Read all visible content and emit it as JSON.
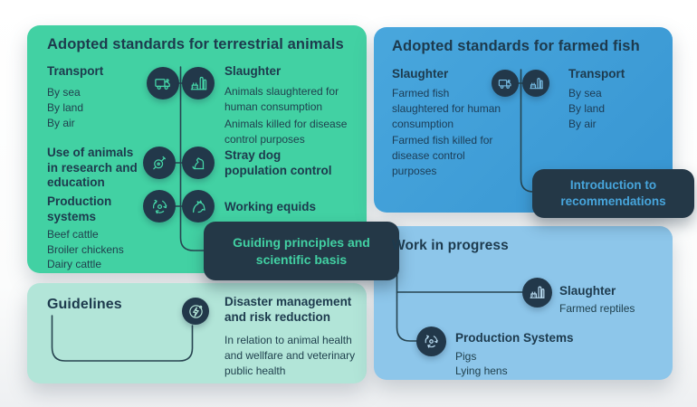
{
  "colors": {
    "green_panel": "#42d1a3",
    "mint_panel": "#b2e5d8",
    "blue_panel": "#3e9fd9",
    "light_blue_panel": "#8dc6ea",
    "dark_navy": "#243847",
    "heading_text": "#1d3a4d",
    "green_accent_text": "#42d1a3",
    "blue_accent_text": "#47a5dc"
  },
  "icons": {
    "truck": "truck-icon",
    "slaughterhouse": "slaughterhouse-icon",
    "microscope": "research-icon",
    "dog": "dog-icon",
    "cycle": "production-cycle-icon",
    "horse": "horse-icon",
    "lightning": "disaster-icon"
  },
  "terrestrial": {
    "title": "Adopted standards for terrestrial animals",
    "transport": {
      "heading": "Transport",
      "items": [
        "By sea",
        "By land",
        "By air"
      ]
    },
    "slaughter": {
      "heading": "Slaughter",
      "para1": "Animals slaughtered for human consumption",
      "para2": "Animals killed for disease control purposes"
    },
    "research": {
      "heading": "Use of animals in research and education"
    },
    "stray_dog": {
      "heading": "Stray dog population control"
    },
    "production": {
      "heading": "Production systems",
      "items": [
        "Beef cattle",
        "Broiler chickens",
        "Dairy cattle"
      ]
    },
    "working_equids": {
      "heading": "Working equids"
    },
    "callout": "Guiding principles and scientific basis"
  },
  "farmed_fish": {
    "title": "Adopted standards for farmed fish",
    "slaughter": {
      "heading": "Slaughter",
      "para1": "Farmed fish slaughtered for human consumption",
      "para2": "Farmed fish killed for disease control purposes"
    },
    "transport": {
      "heading": "Transport",
      "items": [
        "By sea",
        "By land",
        "By air"
      ]
    },
    "callout": "Introduction to recommendations"
  },
  "guidelines": {
    "title": "Guidelines",
    "disaster": {
      "heading": "Disaster management and risk reduction",
      "body": "In relation to animal health and wellfare and veterinary public health"
    }
  },
  "work_in_progress": {
    "title": "Work in progress",
    "slaughter": {
      "heading": "Slaughter",
      "sub": "Farmed reptiles"
    },
    "production": {
      "heading": "Production Systems",
      "items": [
        "Pigs",
        "Lying hens"
      ]
    }
  }
}
